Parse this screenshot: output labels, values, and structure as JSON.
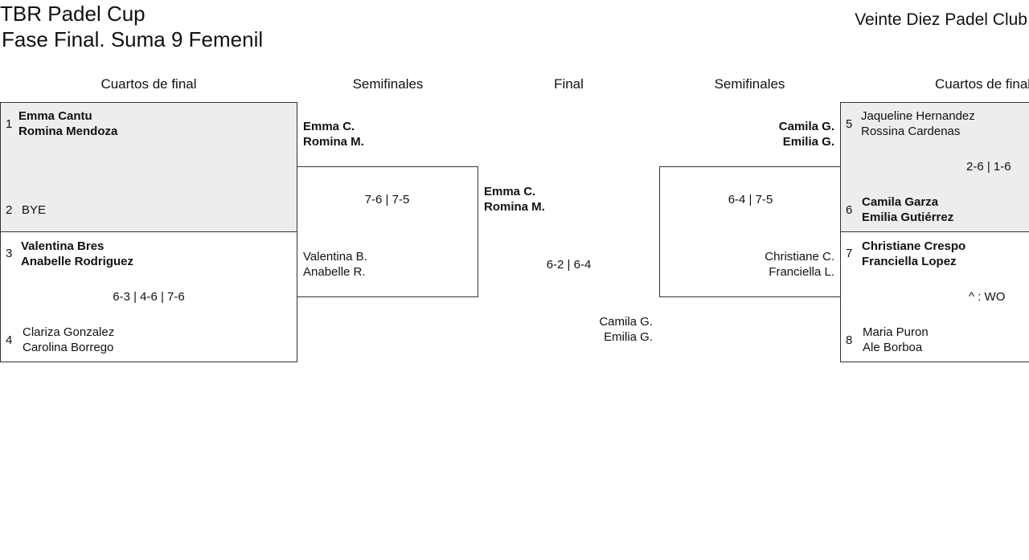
{
  "header": {
    "title": "TBR Padel Cup",
    "subtitle": "Fase Final. Suma 9 Femenil",
    "club": "Veinte Diez Padel Club"
  },
  "rounds": {
    "qf_left": "Cuartos de final",
    "sf_left": "Semifinales",
    "final": "Final",
    "sf_right": "Semifinales",
    "qf_right": "Cuartos de final"
  },
  "qf": {
    "m1": {
      "top": {
        "seed": "1",
        "p1": "Emma Cantu",
        "p2": "Romina Mendoza"
      },
      "bottom": {
        "seed": "2",
        "p1": "BYE"
      },
      "score": ""
    },
    "m2": {
      "top": {
        "seed": "3",
        "p1": "Valentina Bres",
        "p2": "Anabelle Rodriguez"
      },
      "bottom": {
        "seed": "4",
        "p1": "Clariza Gonzalez",
        "p2": "Carolina Borrego"
      },
      "score": "6-3 | 4-6 | 7-6"
    },
    "m3": {
      "top": {
        "seed": "5",
        "p1": "Jaqueline Hernandez",
        "p2": "Rossina Cardenas"
      },
      "bottom": {
        "seed": "6",
        "p1": "Camila Garza",
        "p2": "Emilia Gutiérrez"
      },
      "score": "2-6 | 1-6"
    },
    "m4": {
      "top": {
        "seed": "7",
        "p1": "Christiane Crespo",
        "p2": "Franciella Lopez"
      },
      "bottom": {
        "seed": "8",
        "p1": "Maria Puron",
        "p2": "Ale Borboa"
      },
      "score": "^ : WO"
    }
  },
  "sf": {
    "left": {
      "top": {
        "p1": "Emma C.",
        "p2": "Romina M."
      },
      "bottom": {
        "p1": "Valentina B.",
        "p2": "Anabelle R."
      },
      "score": "7-6 | 7-5"
    },
    "right": {
      "top": {
        "p1": "Camila G.",
        "p2": "Emilia G."
      },
      "bottom": {
        "p1": "Christiane C.",
        "p2": "Franciella L."
      },
      "score": "6-4 | 7-5"
    }
  },
  "final": {
    "top": {
      "p1": "Emma C.",
      "p2": "Romina M."
    },
    "bottom": {
      "p1": "Camila G.",
      "p2": "Emilia G."
    },
    "score": "6-2 | 6-4"
  }
}
